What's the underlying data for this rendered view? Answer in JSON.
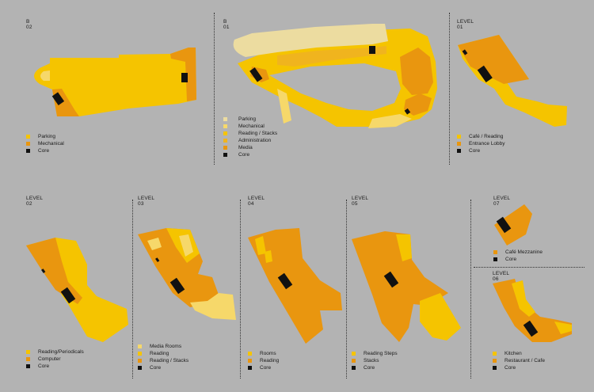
{
  "colors": {
    "parking": "#ecdca0",
    "mechanical_light": "#f6d86a",
    "yellow": "#f5c400",
    "gold": "#f0b41e",
    "orange": "#e9960f",
    "core": "#111111",
    "background": "#b3b3b3"
  },
  "panels": [
    {
      "id": "b02",
      "title": "B 02",
      "legend": [
        {
          "label": "Parking",
          "color": "#f5c400"
        },
        {
          "label": "Mechanical",
          "color": "#e9960f"
        },
        {
          "label": "Core",
          "color": "#111111"
        }
      ]
    },
    {
      "id": "b01",
      "title": "B 01",
      "legend": [
        {
          "label": "Parking",
          "color": "#ecdca0"
        },
        {
          "label": "Mechanical",
          "color": "#f6d86a"
        },
        {
          "label": "Reading / Stacks",
          "color": "#f5c400"
        },
        {
          "label": "Administration",
          "color": "#f0b41e"
        },
        {
          "label": "Media",
          "color": "#e9960f"
        },
        {
          "label": "Core",
          "color": "#111111"
        }
      ]
    },
    {
      "id": "level01",
      "title": "LEVEL 01",
      "legend": [
        {
          "label": "Café / Reading",
          "color": "#f5c400"
        },
        {
          "label": "Entrance Lobby",
          "color": "#e9960f"
        },
        {
          "label": "Core",
          "color": "#111111"
        }
      ]
    },
    {
      "id": "level02",
      "title": "LEVEL 02",
      "legend": [
        {
          "label": "Reading/Periodicals",
          "color": "#f5c400"
        },
        {
          "label": "Computer",
          "color": "#e9960f"
        },
        {
          "label": "Core",
          "color": "#111111"
        }
      ]
    },
    {
      "id": "level03",
      "title": "LEVEL 03",
      "legend": [
        {
          "label": "Media Rooms",
          "color": "#f6d86a"
        },
        {
          "label": "Reading",
          "color": "#f5c400"
        },
        {
          "label": "Reading / Stacks",
          "color": "#e9960f"
        },
        {
          "label": "Core",
          "color": "#111111"
        }
      ]
    },
    {
      "id": "level04",
      "title": "LEVEL 04",
      "legend": [
        {
          "label": "Rooms",
          "color": "#f5c400"
        },
        {
          "label": "Reading",
          "color": "#e9960f"
        },
        {
          "label": "Core",
          "color": "#111111"
        }
      ]
    },
    {
      "id": "level05",
      "title": "LEVEL 05",
      "legend": [
        {
          "label": "Reading Steps",
          "color": "#f5c400"
        },
        {
          "label": "Stacks",
          "color": "#e9960f"
        },
        {
          "label": "Core",
          "color": "#111111"
        }
      ]
    },
    {
      "id": "level07",
      "title": "LEVEL 07",
      "legend": [
        {
          "label": "Café Mezzanine",
          "color": "#e9960f"
        },
        {
          "label": "Core",
          "color": "#111111"
        }
      ]
    },
    {
      "id": "level06",
      "title": "LEVEL 06",
      "legend": [
        {
          "label": "Kitchen",
          "color": "#f5c400"
        },
        {
          "label": "Restaurant / Cafe",
          "color": "#e9960f"
        },
        {
          "label": "Core",
          "color": "#111111"
        }
      ]
    }
  ]
}
